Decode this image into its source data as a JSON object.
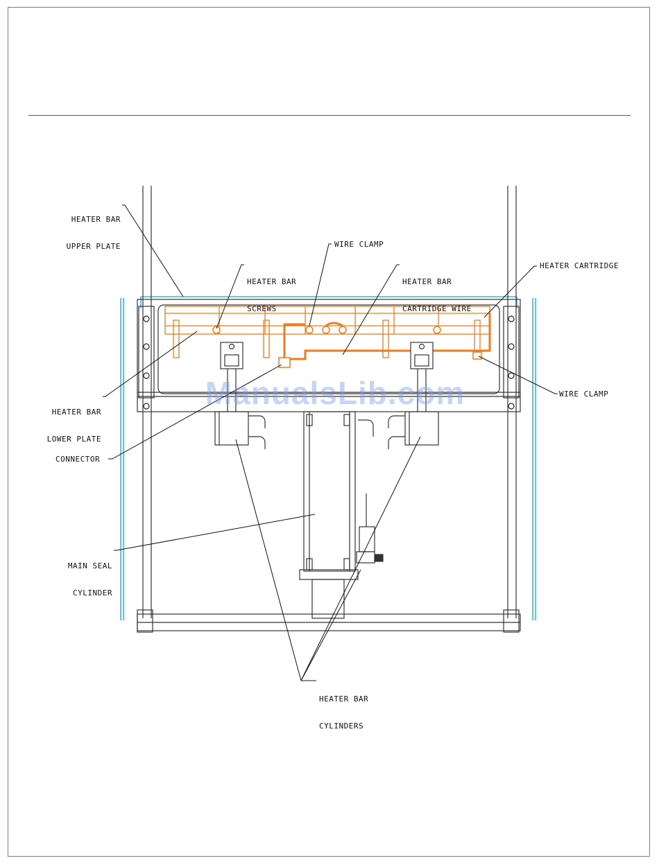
{
  "labels": {
    "upper_plate_1": "HEATER BAR",
    "upper_plate_2": "UPPER PLATE",
    "wire_clamp_top": "WIRE CLAMP",
    "screws_1": "HEATER BAR",
    "screws_2": "SCREWS",
    "cartridge_wire_1": "HEATER BAR",
    "cartridge_wire_2": "CARTRIDGE WIRE",
    "heater_cartridge": "HEATER CARTRIDGE",
    "lower_plate_1": "HEATER BAR",
    "lower_plate_2": "LOWER PLATE",
    "wire_clamp_right": "WIRE CLAMP",
    "connector": "CONNECTOR",
    "main_seal_1": "MAIN SEAL",
    "main_seal_2": "CYLINDER",
    "cylinders_1": "HEATER BAR",
    "cylinders_2": "CYLINDERS"
  },
  "watermark": "ManualsLib.com",
  "colors": {
    "line": "#333333",
    "wire": "#f07a1e",
    "guard": "#38b6e8",
    "watermark": "#82a0e6"
  }
}
